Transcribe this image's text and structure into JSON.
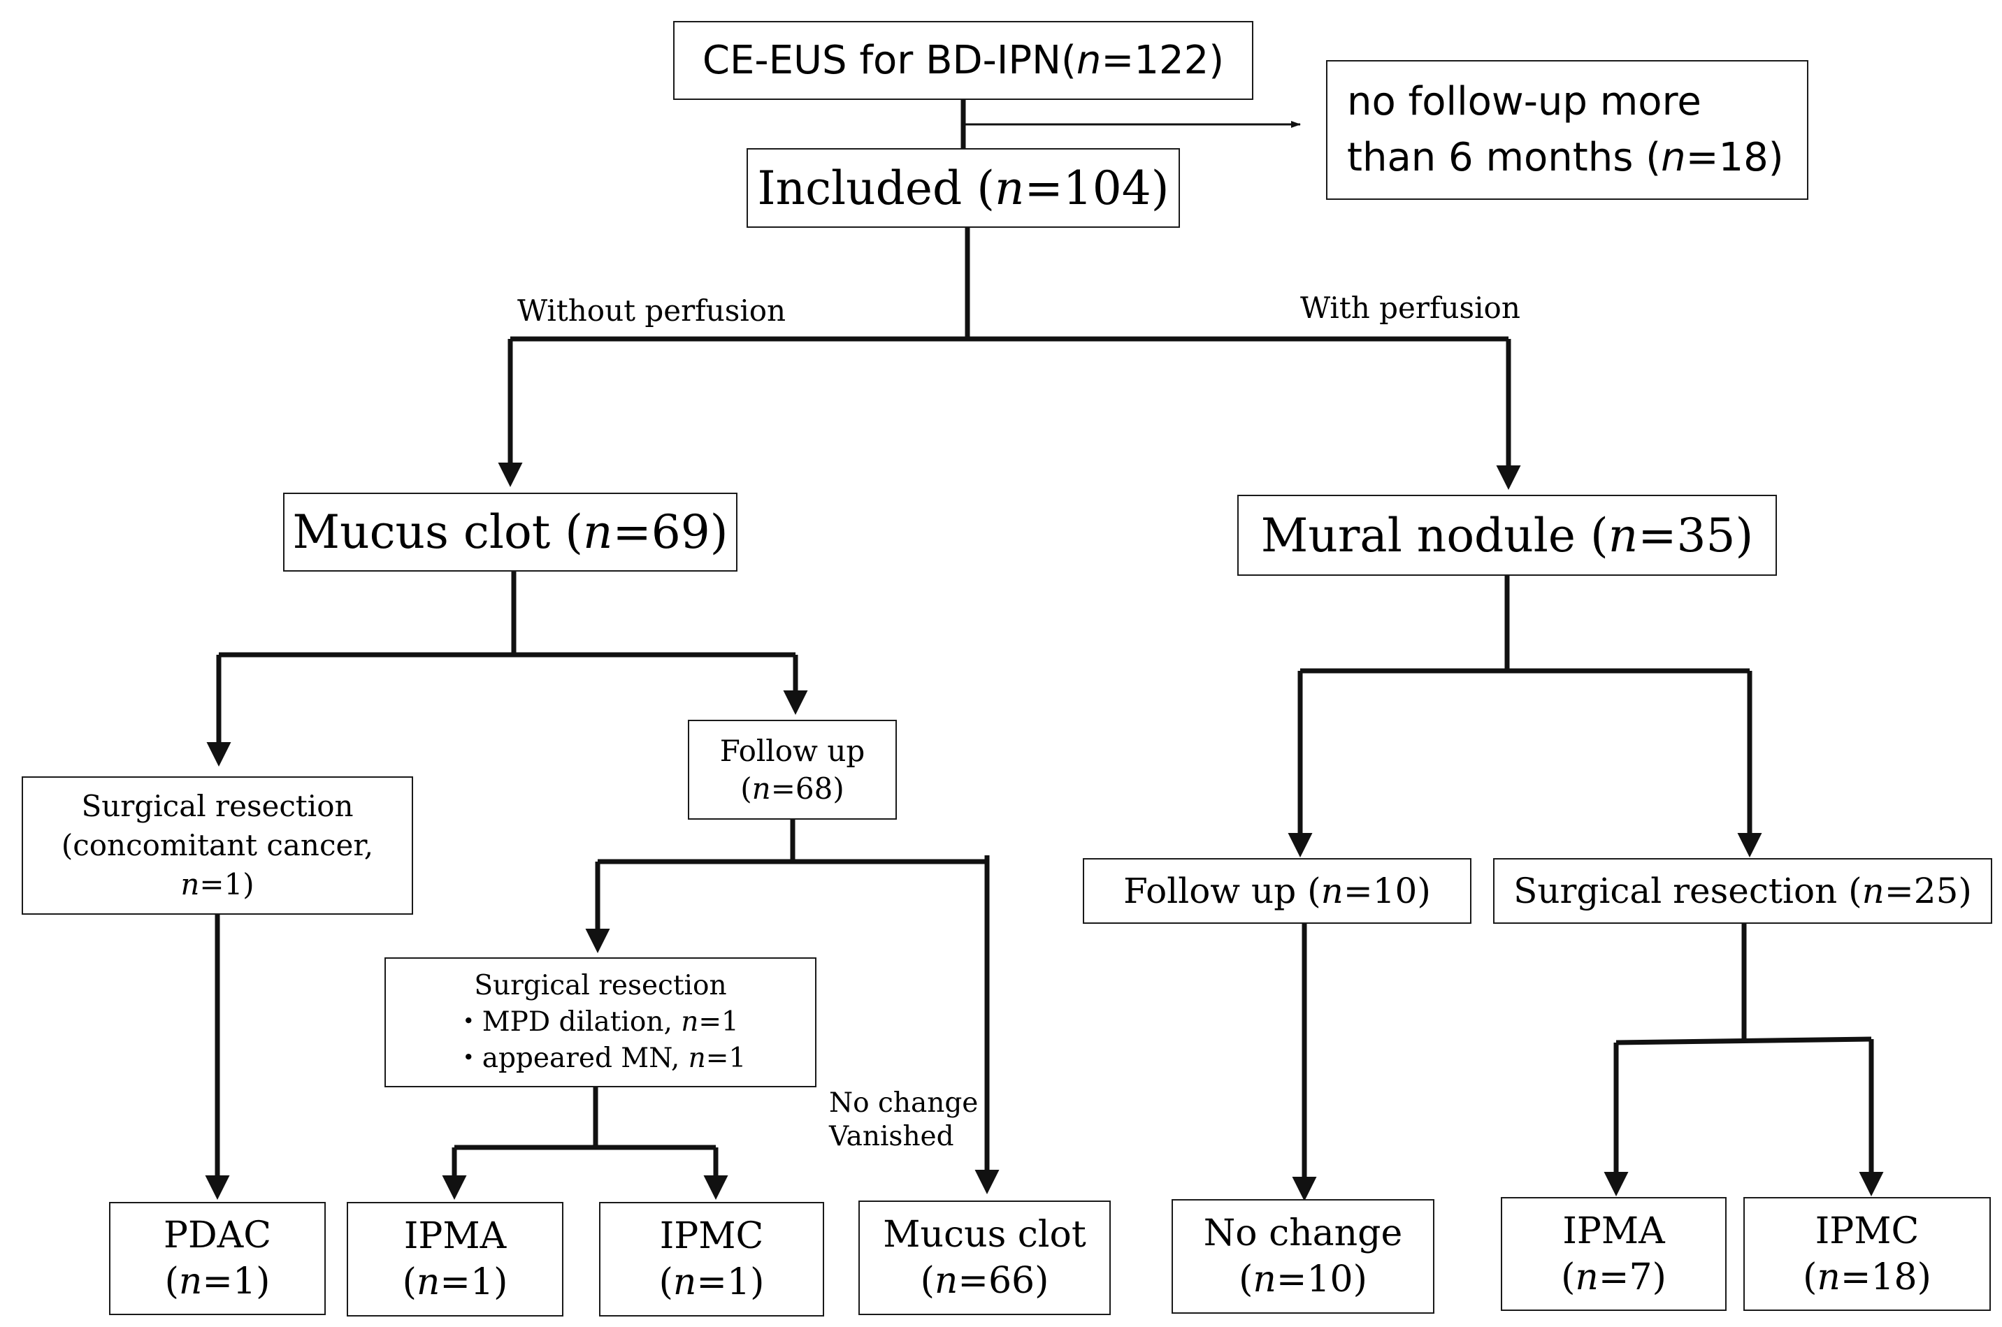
{
  "nodes": {
    "root": {
      "lines": [
        [
          "CE-EUS for BD-IPN(",
          "n",
          "=122)"
        ]
      ]
    },
    "excluded": {
      "lines": [
        [
          "no follow-up more",
          "",
          ""
        ],
        [
          "than 6 months (",
          "n",
          "=18)"
        ]
      ]
    },
    "included": {
      "lines": [
        [
          "Included (",
          "n",
          "=104)"
        ]
      ]
    },
    "mucus_clot": {
      "lines": [
        [
          "Mucus clot (",
          "n",
          "=69)"
        ]
      ]
    },
    "mural_nodule": {
      "lines": [
        [
          "Mural nodule (",
          "n",
          "=35)"
        ]
      ]
    },
    "mc_surgical": {
      "lines": [
        [
          "Surgical resection",
          "",
          ""
        ],
        [
          "(concomitant cancer,",
          "",
          ""
        ],
        [
          "",
          "n",
          "=1)"
        ]
      ]
    },
    "mc_followup": {
      "lines": [
        [
          "Follow up",
          "",
          ""
        ],
        [
          "(",
          "n",
          "=68)"
        ]
      ]
    },
    "fu_surgical": {
      "lines": [
        [
          "Surgical resection",
          "",
          ""
        ]
      ],
      "bullets": [
        [
          "・MPD dilation, ",
          "n",
          "=1"
        ],
        [
          "・appeared MN, ",
          "n",
          "=1"
        ]
      ]
    },
    "mn_followup": {
      "lines": [
        [
          "Follow up (",
          "n",
          "=10)"
        ]
      ]
    },
    "mn_surgical": {
      "lines": [
        [
          "Surgical resection (",
          "n",
          "=25)"
        ]
      ]
    },
    "pdac": {
      "lines": [
        [
          "PDAC",
          "",
          ""
        ],
        [
          "(",
          "n",
          "=1)"
        ]
      ]
    },
    "ipma1": {
      "lines": [
        [
          "IPMA",
          "",
          ""
        ],
        [
          "(",
          "n",
          "=1)"
        ]
      ]
    },
    "ipmc1": {
      "lines": [
        [
          "IPMC",
          "",
          ""
        ],
        [
          "(",
          "n",
          "=1)"
        ]
      ]
    },
    "mucus66": {
      "lines": [
        [
          "Mucus clot",
          "",
          ""
        ],
        [
          "(",
          "n",
          "=66)"
        ]
      ]
    },
    "nochange": {
      "lines": [
        [
          "No change",
          "",
          ""
        ],
        [
          "(",
          "n",
          "=10)"
        ]
      ]
    },
    "ipma7": {
      "lines": [
        [
          "IPMA",
          "",
          ""
        ],
        [
          "(",
          "n",
          "=7)"
        ]
      ]
    },
    "ipmc18": {
      "lines": [
        [
          "IPMC",
          "",
          ""
        ],
        [
          "(",
          "n",
          "=18)"
        ]
      ]
    }
  },
  "labels": {
    "without_perfusion": "Without perfusion",
    "with_perfusion": "With perfusion",
    "no_change": "No change",
    "vanished": "Vanished"
  },
  "colors": {
    "line": "#111111",
    "box_border": "#1a1a1a",
    "background": "#ffffff",
    "text": "#000000"
  }
}
